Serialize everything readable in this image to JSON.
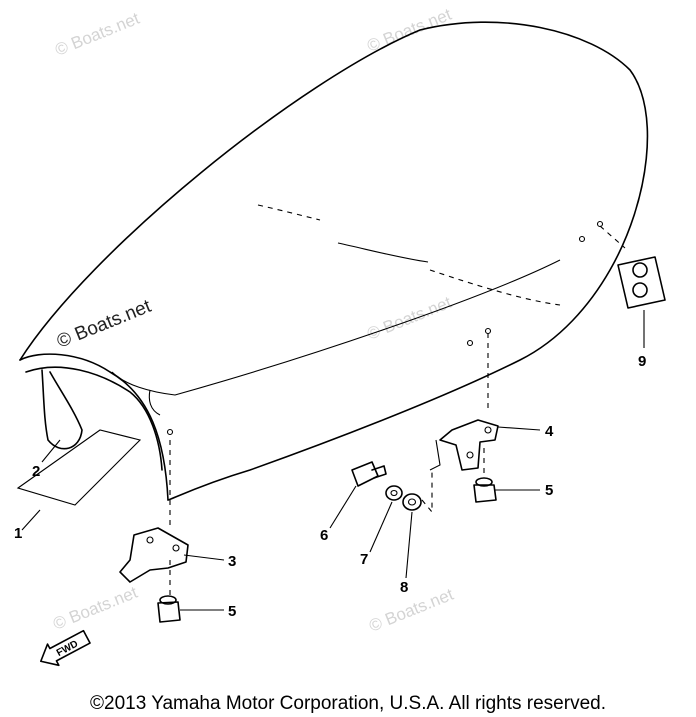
{
  "callouts": {
    "c1": "1",
    "c2": "2",
    "c3": "3",
    "c4": "4",
    "c5a": "5",
    "c5b": "5",
    "c6": "6",
    "c7": "7",
    "c8": "8",
    "c9": "9"
  },
  "fwd_label": "FWD",
  "watermark": {
    "main": "© Boats.net",
    "repeat": "© Boats.net"
  },
  "copyright": "©2013 Yamaha Motor Corporation, U.S.A. All rights reserved."
}
